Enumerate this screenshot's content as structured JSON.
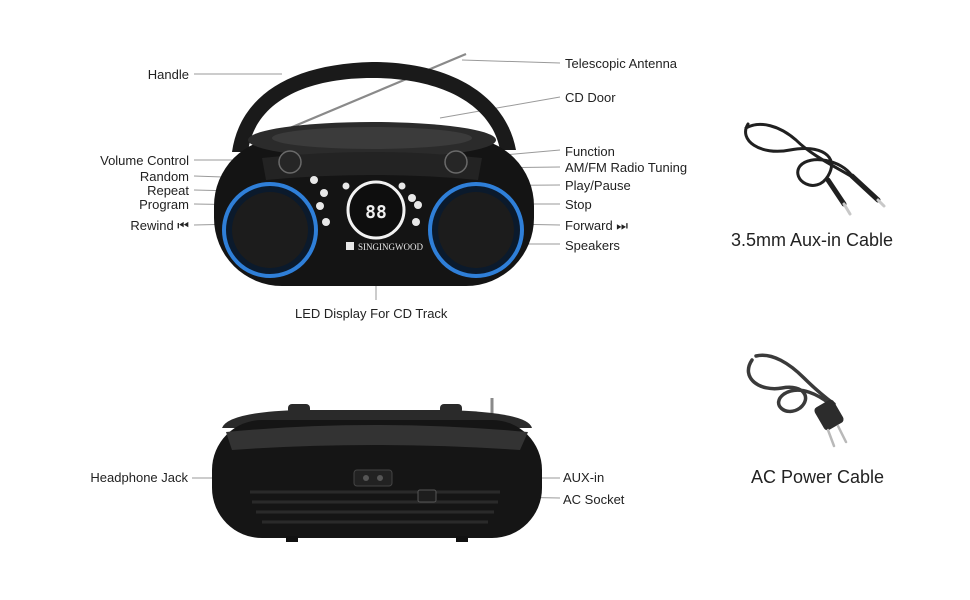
{
  "labels": {
    "handle": "Handle",
    "volume_control": "Volume Control",
    "random": "Random",
    "repeat": "Repeat",
    "program": "Program",
    "rewind": "Rewind ⏮",
    "telescopic_antenna": "Telescopic Antenna",
    "cd_door": "CD Door",
    "function": "Function",
    "am_fm_tuning": "AM/FM Radio Tuning",
    "play_pause": "Play/Pause",
    "stop": "Stop",
    "forward": "Forward ⏭",
    "speakers": "Speakers",
    "led_display": "LED Display For CD Track",
    "headphone_jack": "Headphone Jack",
    "aux_in": "AUX-in",
    "ac_socket": "AC Socket"
  },
  "accessories": {
    "aux_cable": "3.5mm Aux-in Cable",
    "power_cable": "AC Power Cable"
  },
  "device": {
    "brand": "SINGINGWOOD",
    "display_digits": "88",
    "accent_color": "#2f7fd8",
    "body_color": "#141414"
  }
}
